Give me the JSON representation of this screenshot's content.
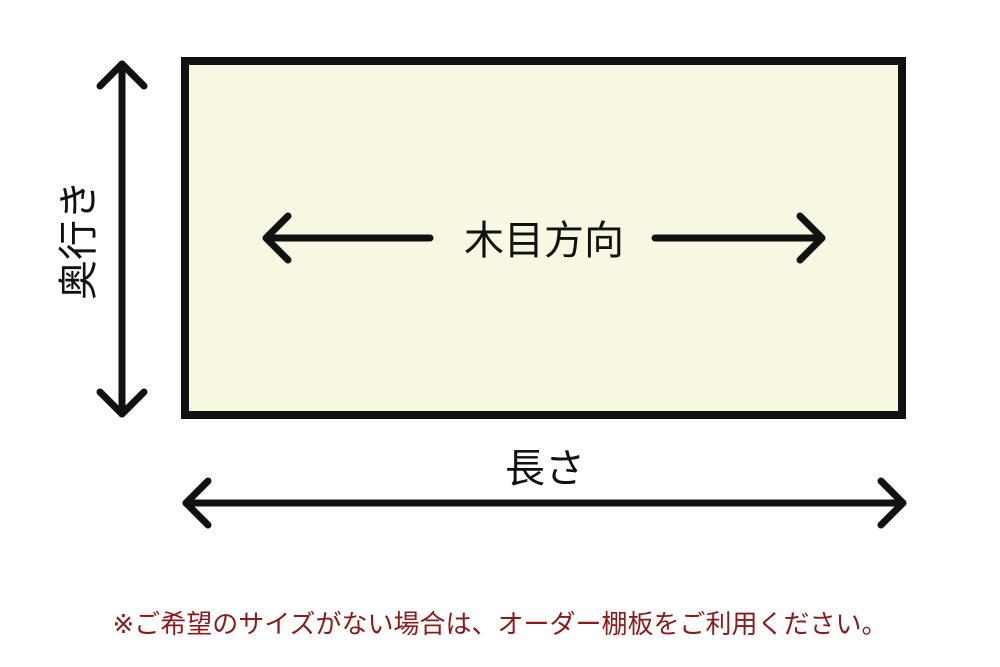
{
  "labels": {
    "grain": "木目方向",
    "depth": "奥行き",
    "length": "長さ"
  },
  "note": "※ご希望のサイズがない場合は、オーダー棚板をご利用ください。",
  "colors": {
    "board_fill": "#f8f8e2",
    "outline": "#111111",
    "note_text": "#8b1a1a"
  }
}
